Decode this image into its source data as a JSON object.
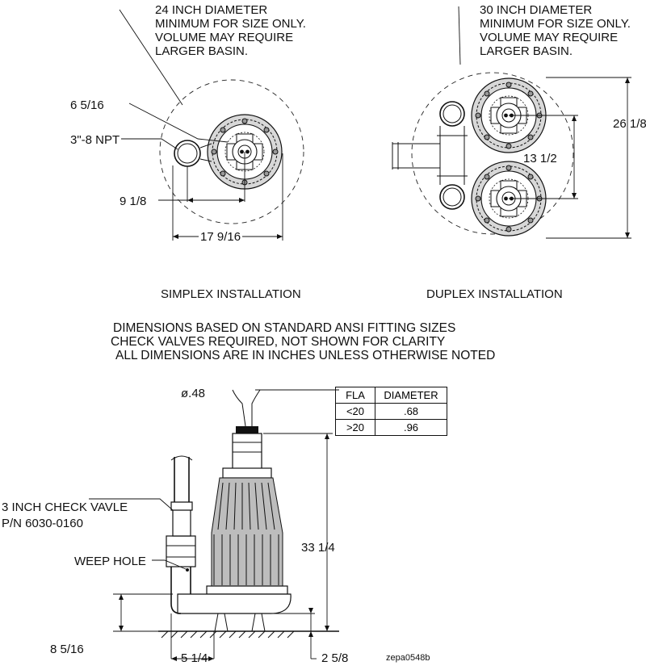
{
  "simplex": {
    "basin_note": [
      "24 INCH DIAMETER",
      "MINIMUM FOR SIZE ONLY.",
      "VOLUME MAY REQUIRE",
      "LARGER BASIN."
    ],
    "dim_fitting_offset": "6 5/16",
    "dim_npt": "3\"-8 NPT",
    "dim_center": "9 1/8",
    "dim_overall": "17 9/16",
    "title": "SIMPLEX INSTALLATION"
  },
  "duplex": {
    "basin_note": [
      "30 INCH DIAMETER",
      "MINIMUM FOR SIZE ONLY.",
      "VOLUME MAY REQUIRE",
      "LARGER BASIN."
    ],
    "dim_overall": "26 1/8",
    "dim_center": "13 1/2",
    "title": "DUPLEX INSTALLATION"
  },
  "notes": [
    "DIMENSIONS BASED ON STANDARD ANSI FITTING SIZES",
    "CHECK VALVES REQUIRED, NOT SHOWN FOR CLARITY",
    "ALL DIMENSIONS ARE IN INCHES UNLESS OTHERWISE NOTED"
  ],
  "elevation": {
    "cord_diameter": "ø.48",
    "check_valve": [
      "3 INCH CHECK VAVLE",
      "P/N 6030-0160"
    ],
    "weep_hole": "WEEP HOLE",
    "dim_height": "33 1/4",
    "dim_discharge_height": "8 5/16",
    "dim_discharge_offset": "5 1/4",
    "dim_base": "2 5/8"
  },
  "cord_table": {
    "headers": [
      "FLA",
      "DIAMETER"
    ],
    "rows": [
      [
        "<20",
        ".68"
      ],
      [
        ">20",
        ".96"
      ]
    ]
  },
  "drawing_id": "zepa0548b"
}
